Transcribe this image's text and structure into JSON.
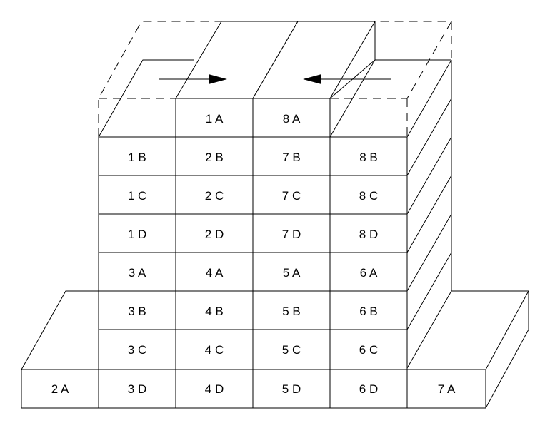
{
  "labels": {
    "r1": [
      "1 A",
      "8 A"
    ],
    "r2": [
      "1 B",
      "2 B",
      "7 B",
      "8 B"
    ],
    "r3": [
      "1 C",
      "2 C",
      "7 C",
      "8 C"
    ],
    "r4": [
      "1 D",
      "2 D",
      "7 D",
      "8 D"
    ],
    "r5": [
      "3 A",
      "4 A",
      "5 A",
      "6 A"
    ],
    "r6": [
      "3 B",
      "4 B",
      "5 B",
      "6 B"
    ],
    "r7": [
      "3 C",
      "4 C",
      "5 C",
      "6 C"
    ],
    "r8": [
      "2 A",
      "3 D",
      "4 D",
      "5 D",
      "6 D",
      "7 A"
    ]
  }
}
